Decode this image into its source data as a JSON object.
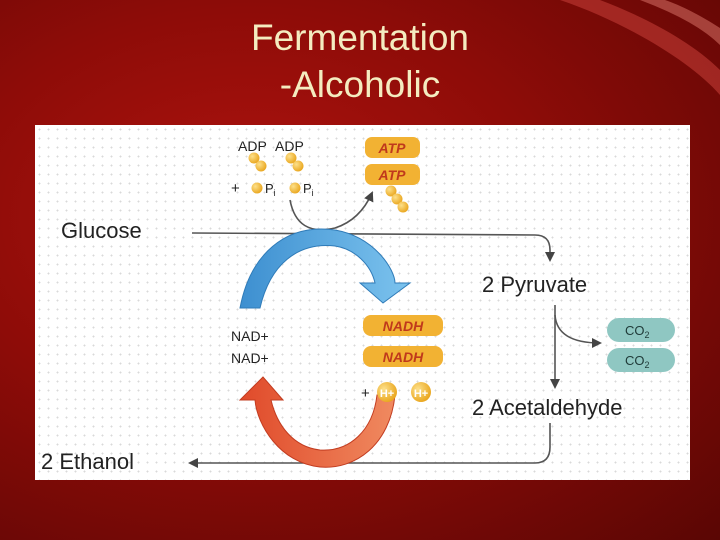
{
  "slide": {
    "title_line1": "Fermentation",
    "title_line2": "-Alcoholic"
  },
  "diagram": {
    "glucose": "Glucose",
    "pyruvate": "2 Pyruvate",
    "acetaldehyde": "2 Acetaldehyde",
    "ethanol": "2 Ethanol",
    "adp1": "ADP",
    "adp2": "ADP",
    "plus1": "+",
    "pi": "P",
    "pi_sub": "i",
    "atp1": "ATP",
    "atp2": "ATP",
    "nad1": "NAD+",
    "nad2": "NAD+",
    "nadh1": "NADH",
    "nadh2": "NADH",
    "plus2": "+",
    "h": "H+",
    "co2": "CO",
    "co2_sub": "2"
  },
  "colors": {
    "background": "#9a0f0b",
    "title": "#f4ecc0",
    "blue_arrow": "#4aa3df",
    "orange_arrow": "#e8613a",
    "energy_badge": "#f2b233",
    "energy_text": "#c0391c",
    "co2_badge": "#8fc7c2"
  }
}
